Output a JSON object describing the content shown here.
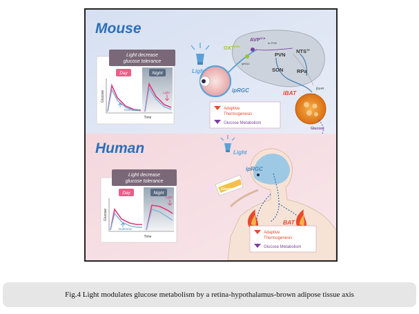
{
  "caption": "Fig.4 Light modulates glucose metabolism by a retina-hypothalamus-brown adipose tissue axis",
  "colors": {
    "mouse_bg": "#dde5f4",
    "human_bg": "#f6dfe3",
    "magenta": "#e0357a",
    "blue_curve": "#7ab3dc",
    "title_blue": "#2c6fb8",
    "bat_orange": "#e8821e",
    "purple": "#7b3fa0",
    "red_arrow": "#e8492e"
  },
  "mouse": {
    "title": "Mouse",
    "light_label": "Light",
    "panel": {
      "header_line1": "Light decrease",
      "header_line2": "glucose tolerance",
      "day": "Day",
      "night": "Night",
      "light_marker": "Light",
      "darkness": "Darkness",
      "xlabel": "Time",
      "ylabel": "Glucose"
    },
    "brain": {
      "avp": "AVP",
      "avp_sup": "SCN",
      "oxt": "OXT",
      "oxt_sup": "SON",
      "to_pvn": "to PVN",
      "iprgc_small": "ipRGC",
      "pvn": "PVN",
      "nts": "NTS",
      "nts_sup": "TH",
      "son": "SON",
      "rpa": "RPa",
      "iprgc": "ipRGC",
      "ibat": "iBAT",
      "b3ar": "β3AR",
      "glucose": "Glucose"
    },
    "legend": {
      "item1_line1": "Adaptive",
      "item1_line2": "Thermogenesis",
      "item2": "Glucose Metabolism"
    }
  },
  "human": {
    "title": "Human",
    "light_label": "Light",
    "panel": {
      "header_line1": "Light decrease",
      "header_line2": "glucose tolerance",
      "day": "Day",
      "night": "Night",
      "light_marker": "Light",
      "darkness": "Darkness",
      "xlabel": "Time",
      "ylabel": "Glucose"
    },
    "figure": {
      "iprgc": "ipRGC",
      "cup": "Glucose",
      "bat": "BAT"
    },
    "legend": {
      "item1_line1": "Adaptive",
      "item1_line2": "Thermogenesis",
      "item2": "Glucose Metabolism"
    }
  }
}
